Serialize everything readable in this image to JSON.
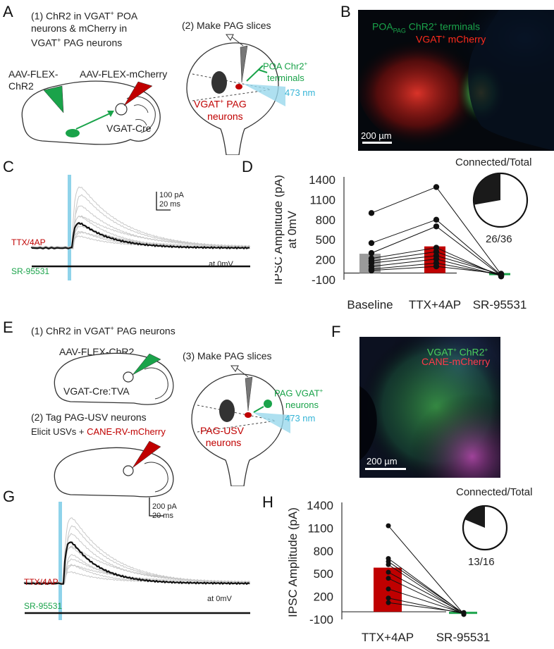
{
  "panels": {
    "A": {
      "label": "A",
      "step1": [
        "(1) ChR2 in VGAT",
        "+",
        " POA",
        "neurons & mCherry in",
        "VGAT",
        "+",
        " PAG neurons"
      ],
      "aav1": [
        "AAV-FLEX-",
        "ChR2"
      ],
      "aav2": "AAV-FLEX-mCherry",
      "cre": "VGAT-Cre",
      "step2": "(2) Make PAG slices",
      "poa_terminals": [
        "POA Chr2",
        "+",
        "terminals"
      ],
      "light": "473 nm",
      "pag_neurons": [
        "VGAT",
        "+",
        " PAG",
        "neurons"
      ]
    },
    "B": {
      "label": "B",
      "legend_green": [
        "POA",
        "PAG",
        " ChR2",
        "+",
        " terminals"
      ],
      "legend_red": [
        "VGAT",
        "+",
        " mCherry"
      ],
      "scale": "200 µm"
    },
    "C": {
      "label": "C",
      "scale_y": "100 pA",
      "scale_x": "20 ms",
      "trace1": "TTX/4AP",
      "trace2": "SR-95531",
      "hold": "at 0mV"
    },
    "D": {
      "label": "D",
      "pie_label": "Connected/Total",
      "pie_value": "26/36",
      "pie_fraction": 0.2778
    },
    "E": {
      "label": "E",
      "step1": [
        "(1) ChR2 in VGAT",
        "+",
        " PAG neurons"
      ],
      "aav": "AAV-FLEX-ChR2",
      "cre": "VGAT-Cre:TVA",
      "step2": "(2) Tag PAG-USV neurons",
      "elicit": "Elicit USVs + ",
      "cane": "CANE-RV-mCherry",
      "step3": "(3) Make PAG slices",
      "pag_vgat": [
        "PAG VGAT",
        "+",
        "neurons"
      ],
      "light": "473 nm",
      "usv": [
        "PAG-USV",
        "neurons"
      ]
    },
    "F": {
      "label": "F",
      "legend_green": [
        "VGAT",
        "+",
        " ChR2",
        "+"
      ],
      "legend_red": "CANE-mCherry",
      "scale": "200 µm"
    },
    "G": {
      "label": "G",
      "scale_y": "200 pA",
      "scale_x": "20 ms",
      "trace1": "TTX/4AP",
      "trace2": "SR-95531",
      "hold": "at 0mV"
    },
    "H": {
      "label": "H",
      "pie_label": "Connected/Total",
      "pie_value": "13/16",
      "pie_fraction": 0.1875
    }
  },
  "colors": {
    "baseline_bar": "#9a9a9a",
    "ttx_bar": "#c00000",
    "sr_bar": "#1aa34a",
    "light_pulse": "#8fd3ea",
    "text_red": "#c00000",
    "text_green": "#1aa34a",
    "text_blue": "#35b4d6"
  },
  "chart_data": [
    {
      "panel": "D",
      "type": "bar",
      "ylabel": [
        "IPSC Amplitude (pA)",
        "at 0mV"
      ],
      "yticks": [
        "1400",
        "1100",
        "800",
        "500",
        "200",
        "-100"
      ],
      "ylim": [
        -100,
        1400
      ],
      "categories": [
        "Baseline",
        "TTX+4AP",
        "SR-95531"
      ],
      "values": [
        290,
        400,
        -30
      ],
      "points": [
        [
          900,
          1290,
          -20
        ],
        [
          450,
          800,
          -30
        ],
        [
          300,
          700,
          -40
        ],
        [
          220,
          380,
          -50
        ],
        [
          180,
          320,
          -30
        ],
        [
          150,
          260,
          -20
        ],
        [
          100,
          210,
          -40
        ],
        [
          60,
          150,
          -30
        ],
        [
          40,
          100,
          -10
        ]
      ]
    },
    {
      "panel": "H",
      "type": "bar",
      "ylabel": [
        "IPSC Amplitude (pA)"
      ],
      "yticks": [
        "1400",
        "1100",
        "800",
        "500",
        "200",
        "-100"
      ],
      "ylim": [
        -100,
        1400
      ],
      "categories": [
        "TTX+4AP",
        "SR-95531"
      ],
      "values": [
        580,
        -20
      ],
      "points": [
        [
          1130,
          -30
        ],
        [
          700,
          -25
        ],
        [
          660,
          -20
        ],
        [
          620,
          -35
        ],
        [
          520,
          -15
        ],
        [
          440,
          -30
        ],
        [
          300,
          -20
        ],
        [
          180,
          -25
        ],
        [
          120,
          -10
        ]
      ]
    }
  ]
}
